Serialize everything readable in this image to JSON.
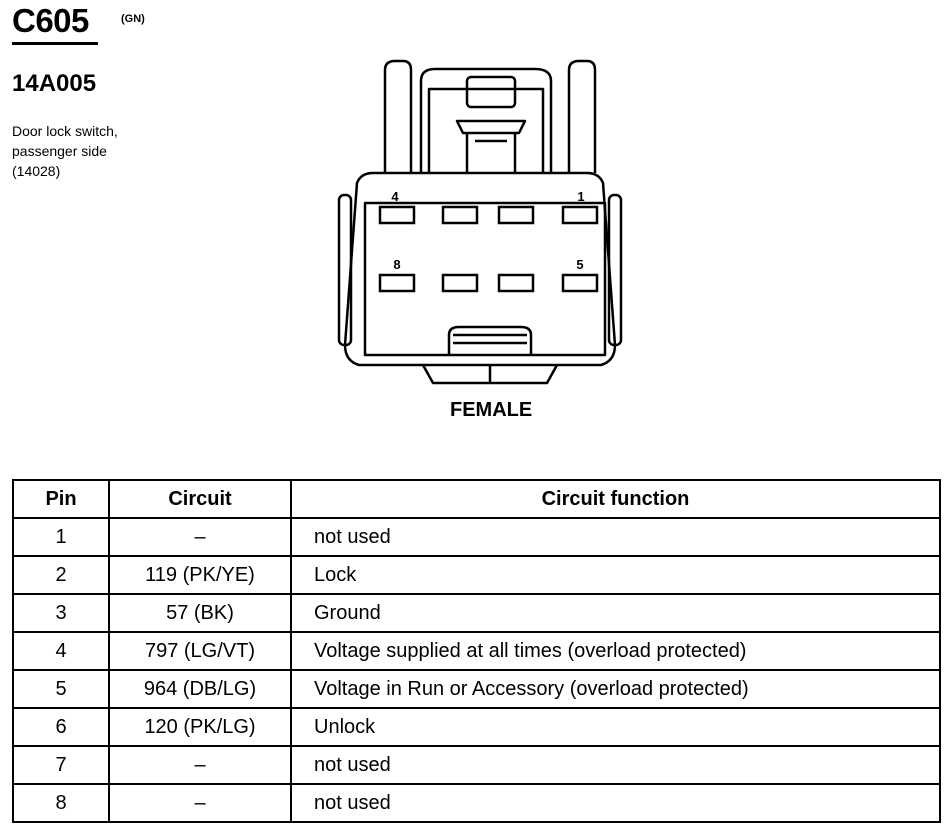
{
  "connector": {
    "id": "C605",
    "color_code": "(GN)",
    "part_number": "14A005",
    "description_lines": [
      "Door lock switch,",
      "passenger side",
      "(14028)"
    ]
  },
  "diagram": {
    "view_label": "FEMALE",
    "pin_labels": [
      "4",
      "1",
      "8",
      "5"
    ]
  },
  "table": {
    "headers": [
      "Pin",
      "Circuit",
      "Circuit function"
    ],
    "rows": [
      {
        "pin": "1",
        "circuit": "–",
        "function": "not used"
      },
      {
        "pin": "2",
        "circuit": "119 (PK/YE)",
        "function": "Lock"
      },
      {
        "pin": "3",
        "circuit": "57 (BK)",
        "function": "Ground"
      },
      {
        "pin": "4",
        "circuit": "797 (LG/VT)",
        "function": "Voltage supplied at all times (overload protected)"
      },
      {
        "pin": "5",
        "circuit": "964 (DB/LG)",
        "function": "Voltage in Run or Accessory (overload protected)"
      },
      {
        "pin": "6",
        "circuit": "120 (PK/LG)",
        "function": "Unlock"
      },
      {
        "pin": "7",
        "circuit": "–",
        "function": "not used"
      },
      {
        "pin": "8",
        "circuit": "–",
        "function": "not used"
      }
    ]
  }
}
